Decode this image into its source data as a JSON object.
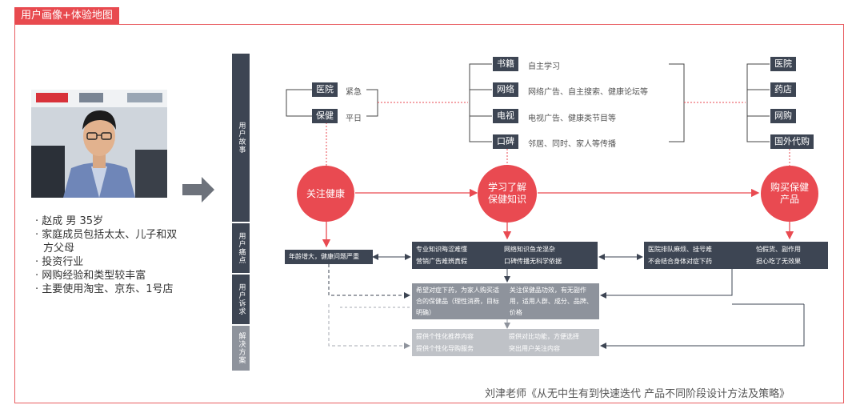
{
  "header": {
    "tag": "用户画像+体验地图"
  },
  "persona": {
    "bullets": [
      "· 赵成 男 35岁",
      "· 家庭成员包括太太、儿子和双方父母",
      "· 投资行业",
      "· 网购经验和类型较丰富",
      "· 主要使用淘宝、京东、1号店"
    ]
  },
  "rows": {
    "story": "用户故事",
    "pain": "用户痛点",
    "appeal": "用户诉求",
    "solution": "解决方案"
  },
  "story": {
    "trigger": [
      {
        "node": "医院",
        "label": "紧急"
      },
      {
        "node": "保健",
        "label": "平日"
      }
    ],
    "channels": [
      {
        "node": "书籍",
        "label": "自主学习"
      },
      {
        "node": "网络",
        "label": "网络广告、自主搜索、健康论坛等"
      },
      {
        "node": "电视",
        "label": "电视广告、健康类节目等"
      },
      {
        "node": "口碑",
        "label": "邻居、同时、家人等传播"
      }
    ],
    "buy": [
      "医院",
      "药店",
      "网购",
      "国外代购"
    ]
  },
  "stages": [
    "关注健康",
    "学习了解保健知识",
    "购买保健产品"
  ],
  "pain": {
    "p1": "年龄增大，健康问题严重",
    "p2": [
      "专业知识晦涩难懂",
      "网络知识鱼龙混杂",
      "营销广告难辨真假",
      "口碑传播无科学依据"
    ],
    "p3": [
      "医院排队麻烦、挂号难",
      "怕假货、副作用",
      "不会结合身体对症下药",
      "担心吃了无效果"
    ]
  },
  "appeal": {
    "left": "希望对症下药，为家人购买适合的保健品（理性消费，目标明确）",
    "right": "关注保健品功效，有无副作用，适用人群、成分、品牌、价格"
  },
  "solution": [
    "提供个性化推荐内容",
    "提供对比功能，方便选择",
    "提供个性化导购服务",
    "突出用户关注内容"
  ],
  "credit": "刘津老师《从无中生有到快速迭代 产品不同阶段设计方法及策略》",
  "colors": {
    "accent": "#e94a51",
    "dark": "#3d4553",
    "mid": "#8e939c",
    "pale": "#bfc2c7"
  }
}
